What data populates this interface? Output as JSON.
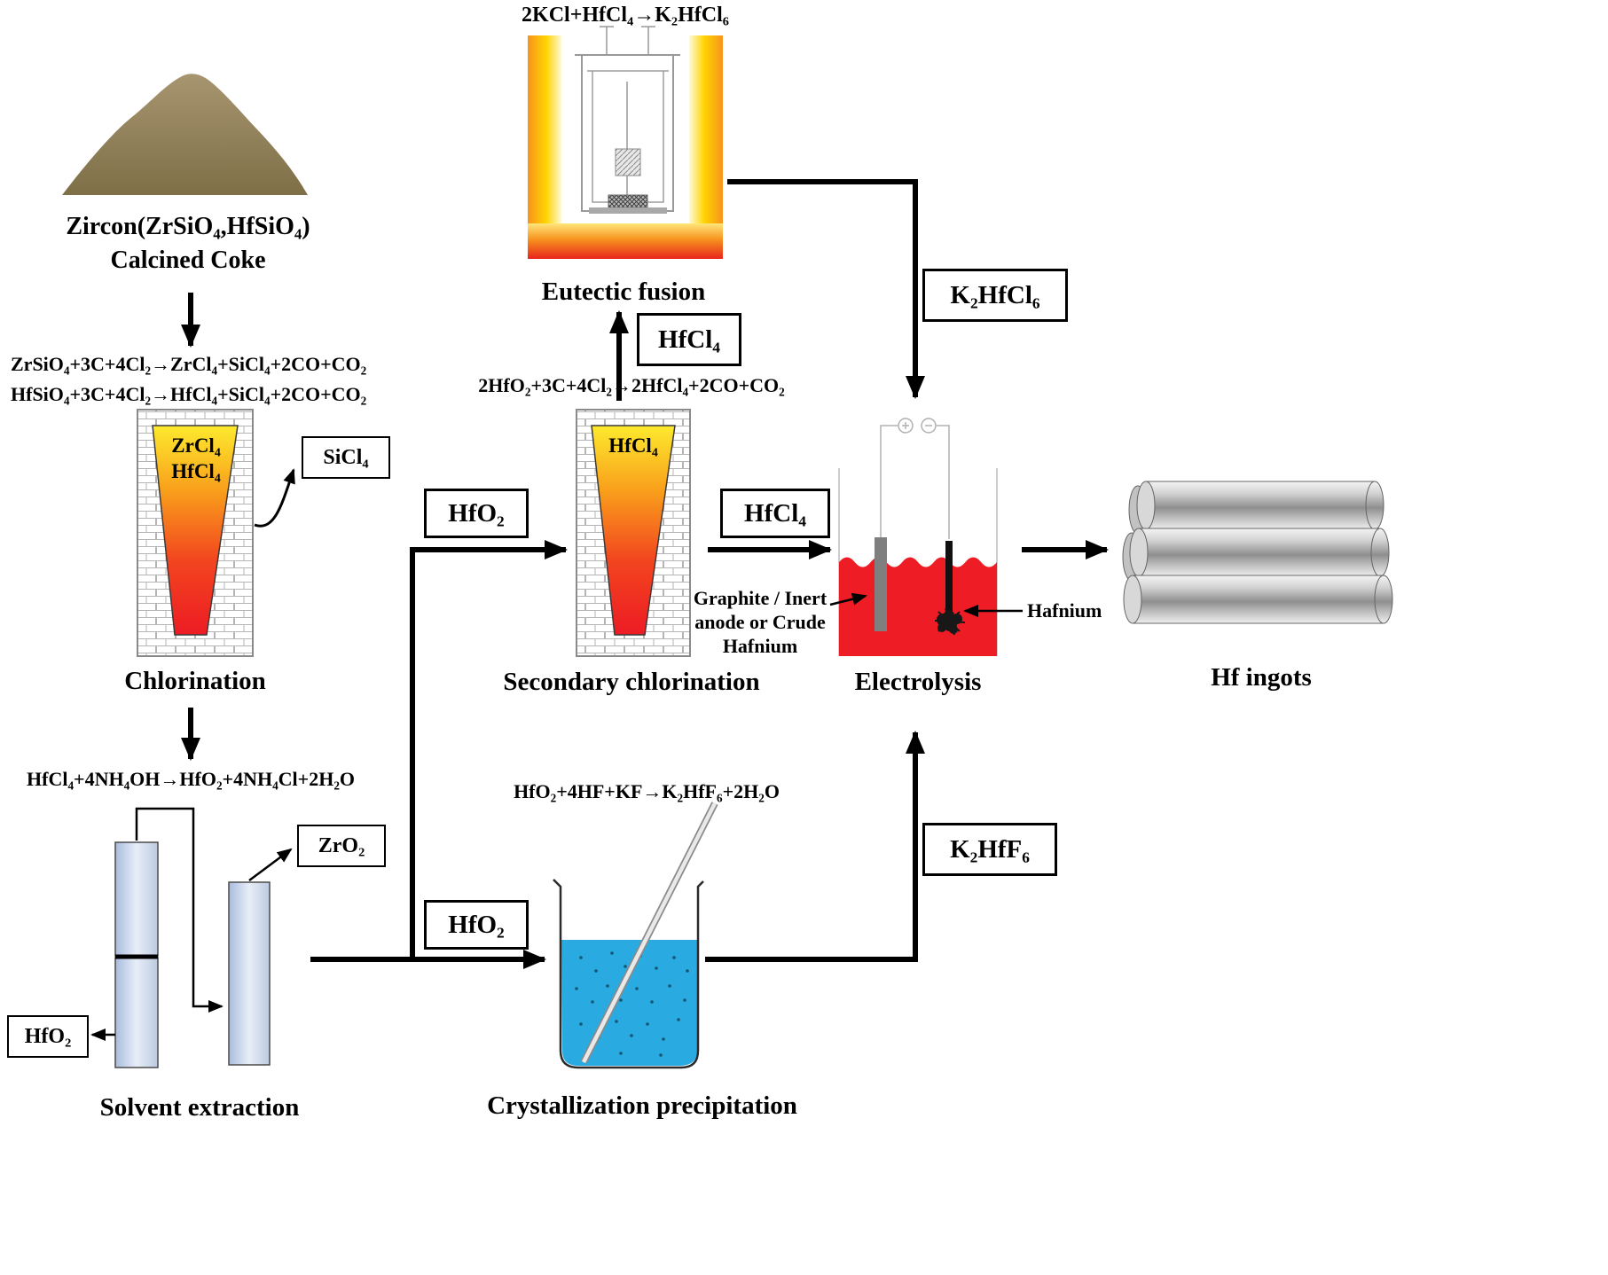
{
  "zircon": {
    "line1": "Zircon(ZrSiO₄,HfSiO₄)",
    "line2": "Calcined Coke"
  },
  "chlorination": {
    "equation_line1": "ZrSiO₄+3C+4Cl₂→ZrCl₄+SiCl₄+2CO+CO₂",
    "equation_line2": "HfSiO₄+3C+4Cl₂→HfCl₄+SiCl₄+2CO+CO₂",
    "furnace_line1": "ZrCl₄",
    "furnace_line2": "HfCl₄",
    "byproduct_box": "SiCl₄",
    "label": "Chlorination"
  },
  "hydrolysis": {
    "equation": "HfCl₄+4NH₄OH→HfO₂+4NH₄Cl+2H₂O"
  },
  "solvent_extraction": {
    "label": "Solvent extraction",
    "zro2_box": "ZrO₂",
    "hfo2_box": "HfO₂"
  },
  "secondary_chlorination": {
    "equation": "2HfO₂+3C+4Cl₂→2HfCl₄+2CO+CO₂",
    "input_box": "HfO₂",
    "furnace_label": "HfCl₄",
    "output_box": "HfCl₄",
    "label": "Secondary chlorination"
  },
  "eutectic_fusion": {
    "equation": "2KCl+HfCl₄→K₂HfCl₆",
    "input_box": "HfCl₄",
    "output_box": "K₂HfCl₆",
    "label": "Eutectic fusion"
  },
  "crystallization": {
    "equation": "HfO₂+4HF+KF→K₂HfF₆+2H₂O",
    "input_box": "HfO₂",
    "output_box": "K₂HfF₆",
    "label": "Crystallization precipitation"
  },
  "electrolysis": {
    "label": "Electrolysis",
    "anode_note_line1": "Graphite / Inert",
    "anode_note_line2": "anode or Crude",
    "anode_note_line3": "Hafnium",
    "cathode_note": "Hafnium"
  },
  "ingots": {
    "label": "Hf ingots"
  },
  "colors": {
    "flame_top": "#fdea2e",
    "flame_bottom": "#ed1c24",
    "electrolyte_red": "#ee1c24",
    "liquid_blue": "#29abe2",
    "ore_brown": "#8f7f52",
    "column_blue": "#bccadf",
    "metal_gray": "#c6c6c6"
  }
}
